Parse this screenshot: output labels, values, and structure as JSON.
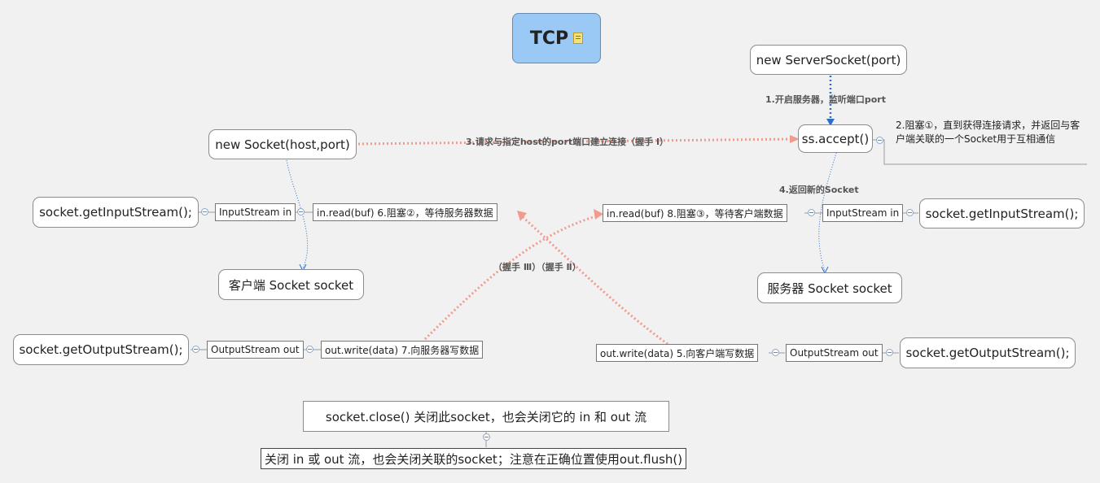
{
  "title": "TCP",
  "server": {
    "server_socket": "new ServerSocket(port)",
    "step1": "1.开启服务器，监听端口port",
    "accept": "ss.accept()",
    "step2": "2.阻塞①，直到获得连接请求，并返回与客户端关联的一个Socket用于互相通信",
    "step4": "4.返回新的Socket",
    "read": "in.read(buf)   8.阻塞③，等待客户端数据",
    "input_stream": "InputStream in",
    "get_input": "socket.getInputStream();",
    "socket": "服务器 Socket socket",
    "write": "out.write(data)   5.向客户端写数据",
    "output_stream": "OutputStream out",
    "get_output": "socket.getOutputStream();"
  },
  "client": {
    "new_socket": "new Socket(host,port)",
    "step3": "3.请求与指定host的port端口建立连接（握手 Ⅰ）",
    "get_input": "socket.getInputStream();",
    "input_stream": "InputStream in",
    "read": "in.read(buf)   6.阻塞②，等待服务器数据",
    "socket": "客户端 Socket socket",
    "get_output": "socket.getOutputStream();",
    "output_stream": "OutputStream out",
    "write": "out.write(data)   7.向服务器写数据"
  },
  "handshakes": "（握手 Ⅲ）（握手 Ⅱ）",
  "close": {
    "main": "socket.close()  关闭此socket，也会关闭它的 in 和 out 流",
    "sub": "关闭 in 或 out 流，也会关闭关联的socket；注意在正确位置使用out.flush()"
  },
  "colors": {
    "root": "#99c9f4",
    "dotted_red": "#f19a8e",
    "dotted_blue": "#2a6fc8"
  }
}
